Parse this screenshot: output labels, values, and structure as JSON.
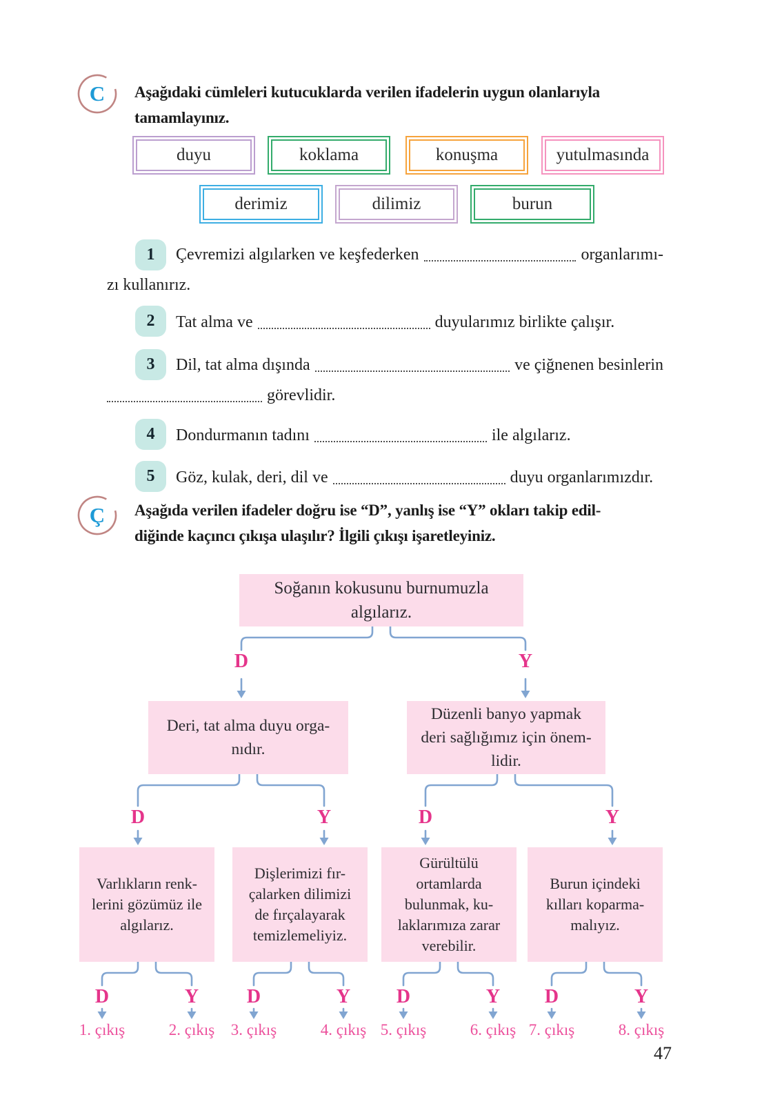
{
  "page_number": "47",
  "section_c": {
    "badge": "C",
    "instruction": "Aşağıdaki cümleleri kutucuklarda verilen ifadelerin uygun olanlarıyla\ntamamlayınız.",
    "word_boxes": [
      {
        "label": "duyu",
        "color": "#bb9ecf"
      },
      {
        "label": "koklama",
        "color": "#33ab6b"
      },
      {
        "label": "konuşma",
        "color": "#f6a33c"
      },
      {
        "label": "yutulmasında",
        "color": "#f592be"
      },
      {
        "label": "derimiz",
        "color": "#3daee3"
      },
      {
        "label": "dilimiz",
        "color": "#c4a6ce"
      },
      {
        "label": "burun",
        "color": "#33ab6b"
      }
    ],
    "sentences": [
      {
        "num": "1",
        "before": "Çevremizi algılarken ve keşfederken",
        "after": "organlarımı-",
        "cont": "zı kullanırız."
      },
      {
        "num": "2",
        "before": "Tat alma ve",
        "after": "duyularımız birlikte çalışır."
      },
      {
        "num": "3",
        "before": "Dil, tat alma dışında",
        "after": "ve çiğnenen besinlerin",
        "cont": "görevlidir."
      },
      {
        "num": "4",
        "before": "Dondurmanın tadını",
        "after": "ile algılarız."
      },
      {
        "num": "5",
        "before": "Göz, kulak, deri, dil ve",
        "after": "duyu organlarımızdır."
      }
    ]
  },
  "section_c2": {
    "badge": "Ç",
    "instruction": "Aşağıda verilen ifadeler doğru ise “D”, yanlış ise “Y” okları takip edil-\ndiğinde kaçıncı çıkışa ulaşılır? İlgili çıkışı işaretleyiniz."
  },
  "flowchart": {
    "labels": {
      "d": "D",
      "y": "Y"
    },
    "root": "Soğanın kokusunu burnumuzla\nalgılarız.",
    "level2": [
      "Deri, tat alma duyu orga-\nnıdır.",
      "Düzenli banyo yapmak\nderi sağlığımız için önem-\nlidir."
    ],
    "level3": [
      "Varlıkların renk-\nlerini gözümüz ile\nalgılarız.",
      "Dişlerimizi fır-\nçalarken dilimizi\nde fırçalayarak\ntemizlemeliyiz.",
      "Gürültülü\nortamlarda\nbulunmak, ku-\nlaklarımıza zarar\nverebilir.",
      "Burun içindeki\nkılları koparma-\nmalıyız."
    ],
    "exits": [
      "1. çıkış",
      "2. çıkış",
      "3. çıkış",
      "4. çıkış",
      "5. çıkış",
      "6. çıkış",
      "7. çıkış",
      "8. çıkış"
    ],
    "colors": {
      "box": "#fcdcea",
      "shadow": "#f9c6dc",
      "dy": "#e5358b",
      "arrow": "#81a5d1"
    }
  }
}
